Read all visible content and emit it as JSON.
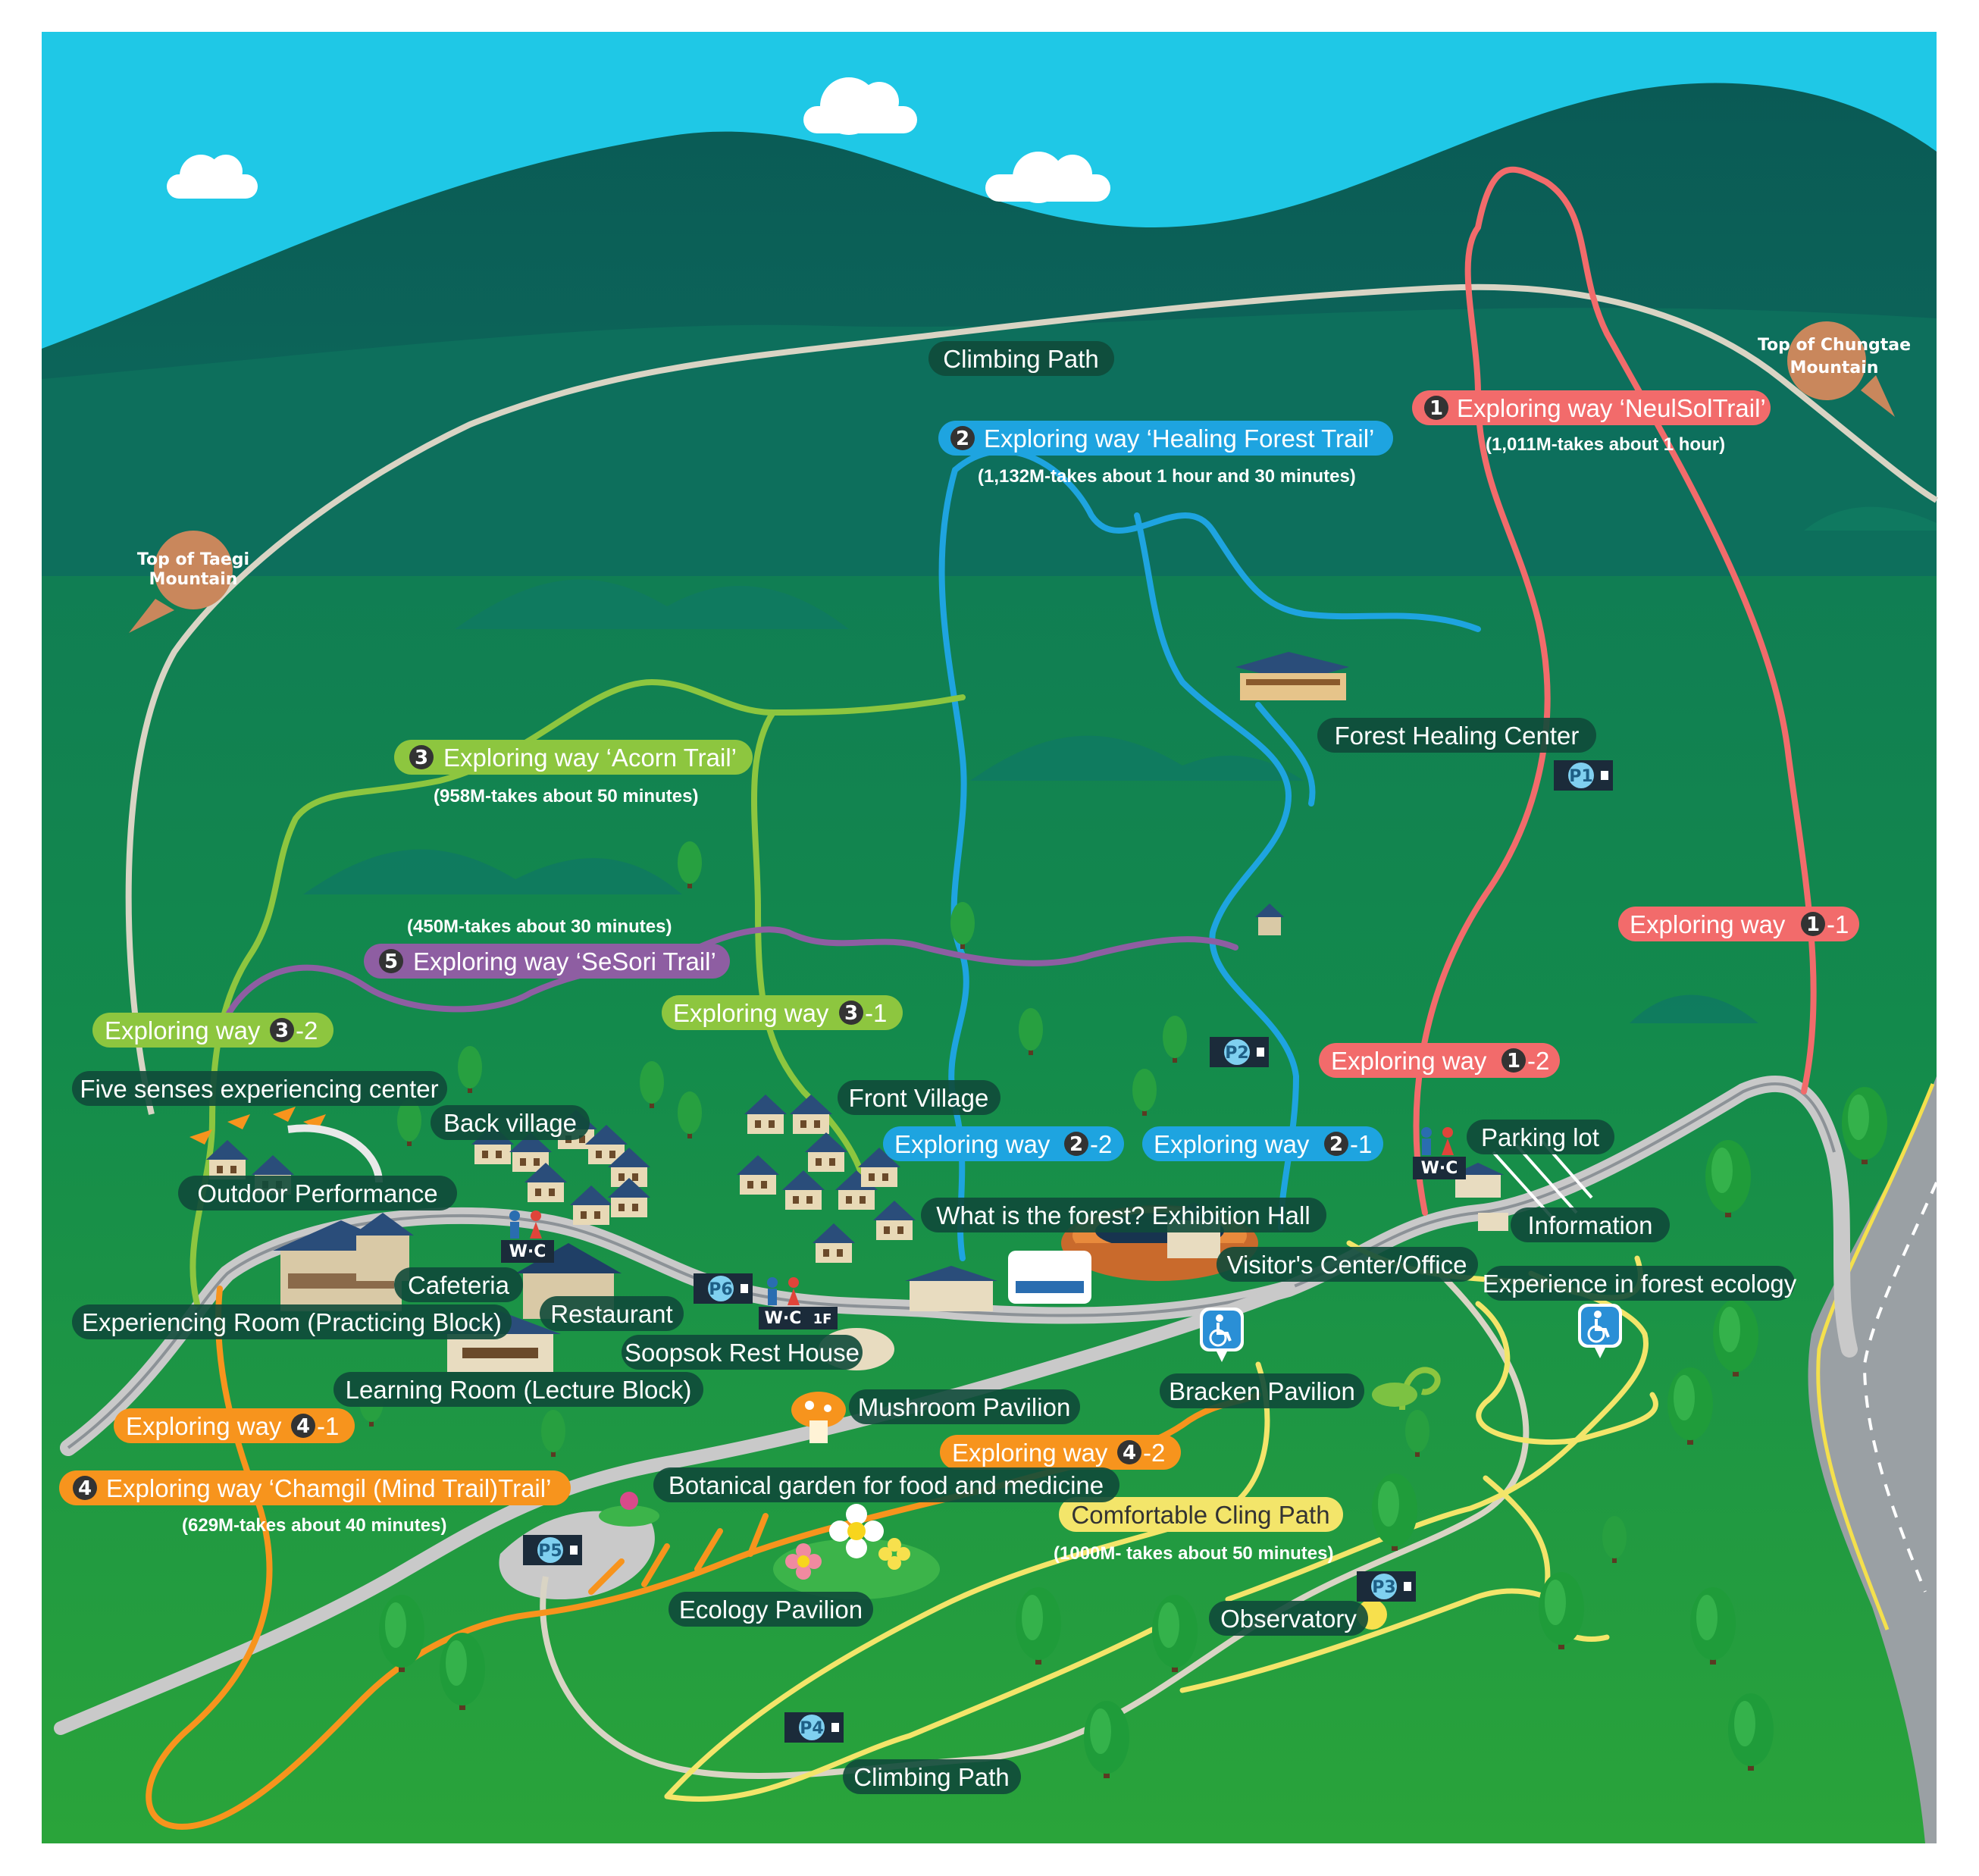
{
  "colors": {
    "sky": "#1fc8e6",
    "mountain": "#0b5e59",
    "forest_top": "#0d6f5c",
    "forest_bottom": "#2aa43a",
    "road": "#c9c9c9",
    "climbing_path": "#d9d4c4",
    "trail_neulsol": "#f26b6b",
    "trail_healing": "#1ea4e0",
    "trail_acorn": "#8dc63f",
    "trail_mind": "#f7941d",
    "trail_sesori": "#8e5ea2",
    "trail_comfortable": "#f3e56a",
    "label_bg": "#0f4a3a",
    "peak_marker": "#c9875c"
  },
  "peaks": {
    "taegi": {
      "line1": "Top of Taegi",
      "line2": "Mountain"
    },
    "chungtae": {
      "line1": "Top of Chungtae",
      "line2": "Mountain"
    }
  },
  "climbing_path_top": "Climbing Path",
  "climbing_path_bottom": "Climbing Path",
  "trails": {
    "neulsol": {
      "number": "1",
      "title": "Exploring way ‘NeulSolTrail’",
      "detail": "(1,011M-takes about 1 hour)"
    },
    "healing": {
      "number": "2",
      "title": "Exploring way ‘Healing Forest Trail’",
      "detail": "(1,132M-takes about 1 hour and 30 minutes)"
    },
    "acorn": {
      "number": "3",
      "title": "Exploring way ‘Acorn Trail’",
      "detail": "(958M-takes about 50 minutes)"
    },
    "mind": {
      "number": "4",
      "title": "Exploring way ‘Chamgil (Mind Trail)Trail’",
      "detail": "(629M-takes about 40 minutes)"
    },
    "sesori": {
      "number": "5",
      "title": "Exploring way ‘SeSori Trail’",
      "detail": "(450M-takes about 30 minutes)"
    },
    "comfortable": {
      "title": "Comfortable Cling Path",
      "detail": "(1000M- takes about 50 minutes)"
    }
  },
  "subtrails": {
    "w1_1": {
      "prefix": "Exploring way",
      "number": "1",
      "suffix": "-1"
    },
    "w1_2": {
      "prefix": "Exploring way",
      "number": "1",
      "suffix": "-2"
    },
    "w2_1": {
      "prefix": "Exploring way",
      "number": "2",
      "suffix": "-1"
    },
    "w2_2": {
      "prefix": "Exploring way",
      "number": "2",
      "suffix": "-2"
    },
    "w3_1": {
      "prefix": "Exploring way",
      "number": "3",
      "suffix": "-1"
    },
    "w3_2": {
      "prefix": "Exploring way",
      "number": "3",
      "suffix": "-2"
    },
    "w4_1": {
      "prefix": "Exploring way",
      "number": "4",
      "suffix": "-1"
    },
    "w4_2": {
      "prefix": "Exploring way",
      "number": "4",
      "suffix": "-2"
    }
  },
  "places": {
    "forest_healing_center": "Forest Healing Center",
    "five_senses": "Five senses experiencing center",
    "back_village": "Back village",
    "front_village": "Front Village",
    "outdoor_performance": "Outdoor Performance",
    "cafeteria": "Cafeteria",
    "restaurant": "Restaurant",
    "experiencing_room": "Experiencing Room (Practicing Block)",
    "soopsok_rest_house": "Soopsok Rest House",
    "learning_room": "Learning Room (Lecture Block)",
    "exhibition_hall": "What is the forest? Exhibition Hall",
    "visitors_center": "Visitor's Center/Office",
    "parking_lot": "Parking lot",
    "information": "Information",
    "experience_forest_ecology": "Experience in forest ecology",
    "mushroom_pavilion": "Mushroom Pavilion",
    "bracken_pavilion": "Bracken Pavilion",
    "botanical_garden": "Botanical garden for food and medicine",
    "ecology_pavilion": "Ecology Pavilion",
    "observatory": "Observatory"
  },
  "parking": {
    "p1": "P1",
    "p2": "P2",
    "p3": "P3",
    "p4": "P4",
    "p5": "P5",
    "p6": "P6"
  },
  "wc": {
    "main": "W·C",
    "parking": "W·C",
    "rest_house": "W·C",
    "rest_house_floor": "1F"
  },
  "icons": [
    "cloud-icon",
    "wheelchair-icon",
    "parking-icon",
    "restroom-icon",
    "tree-icon",
    "building-icon",
    "flower-icon",
    "mushroom-icon",
    "fern-icon"
  ]
}
